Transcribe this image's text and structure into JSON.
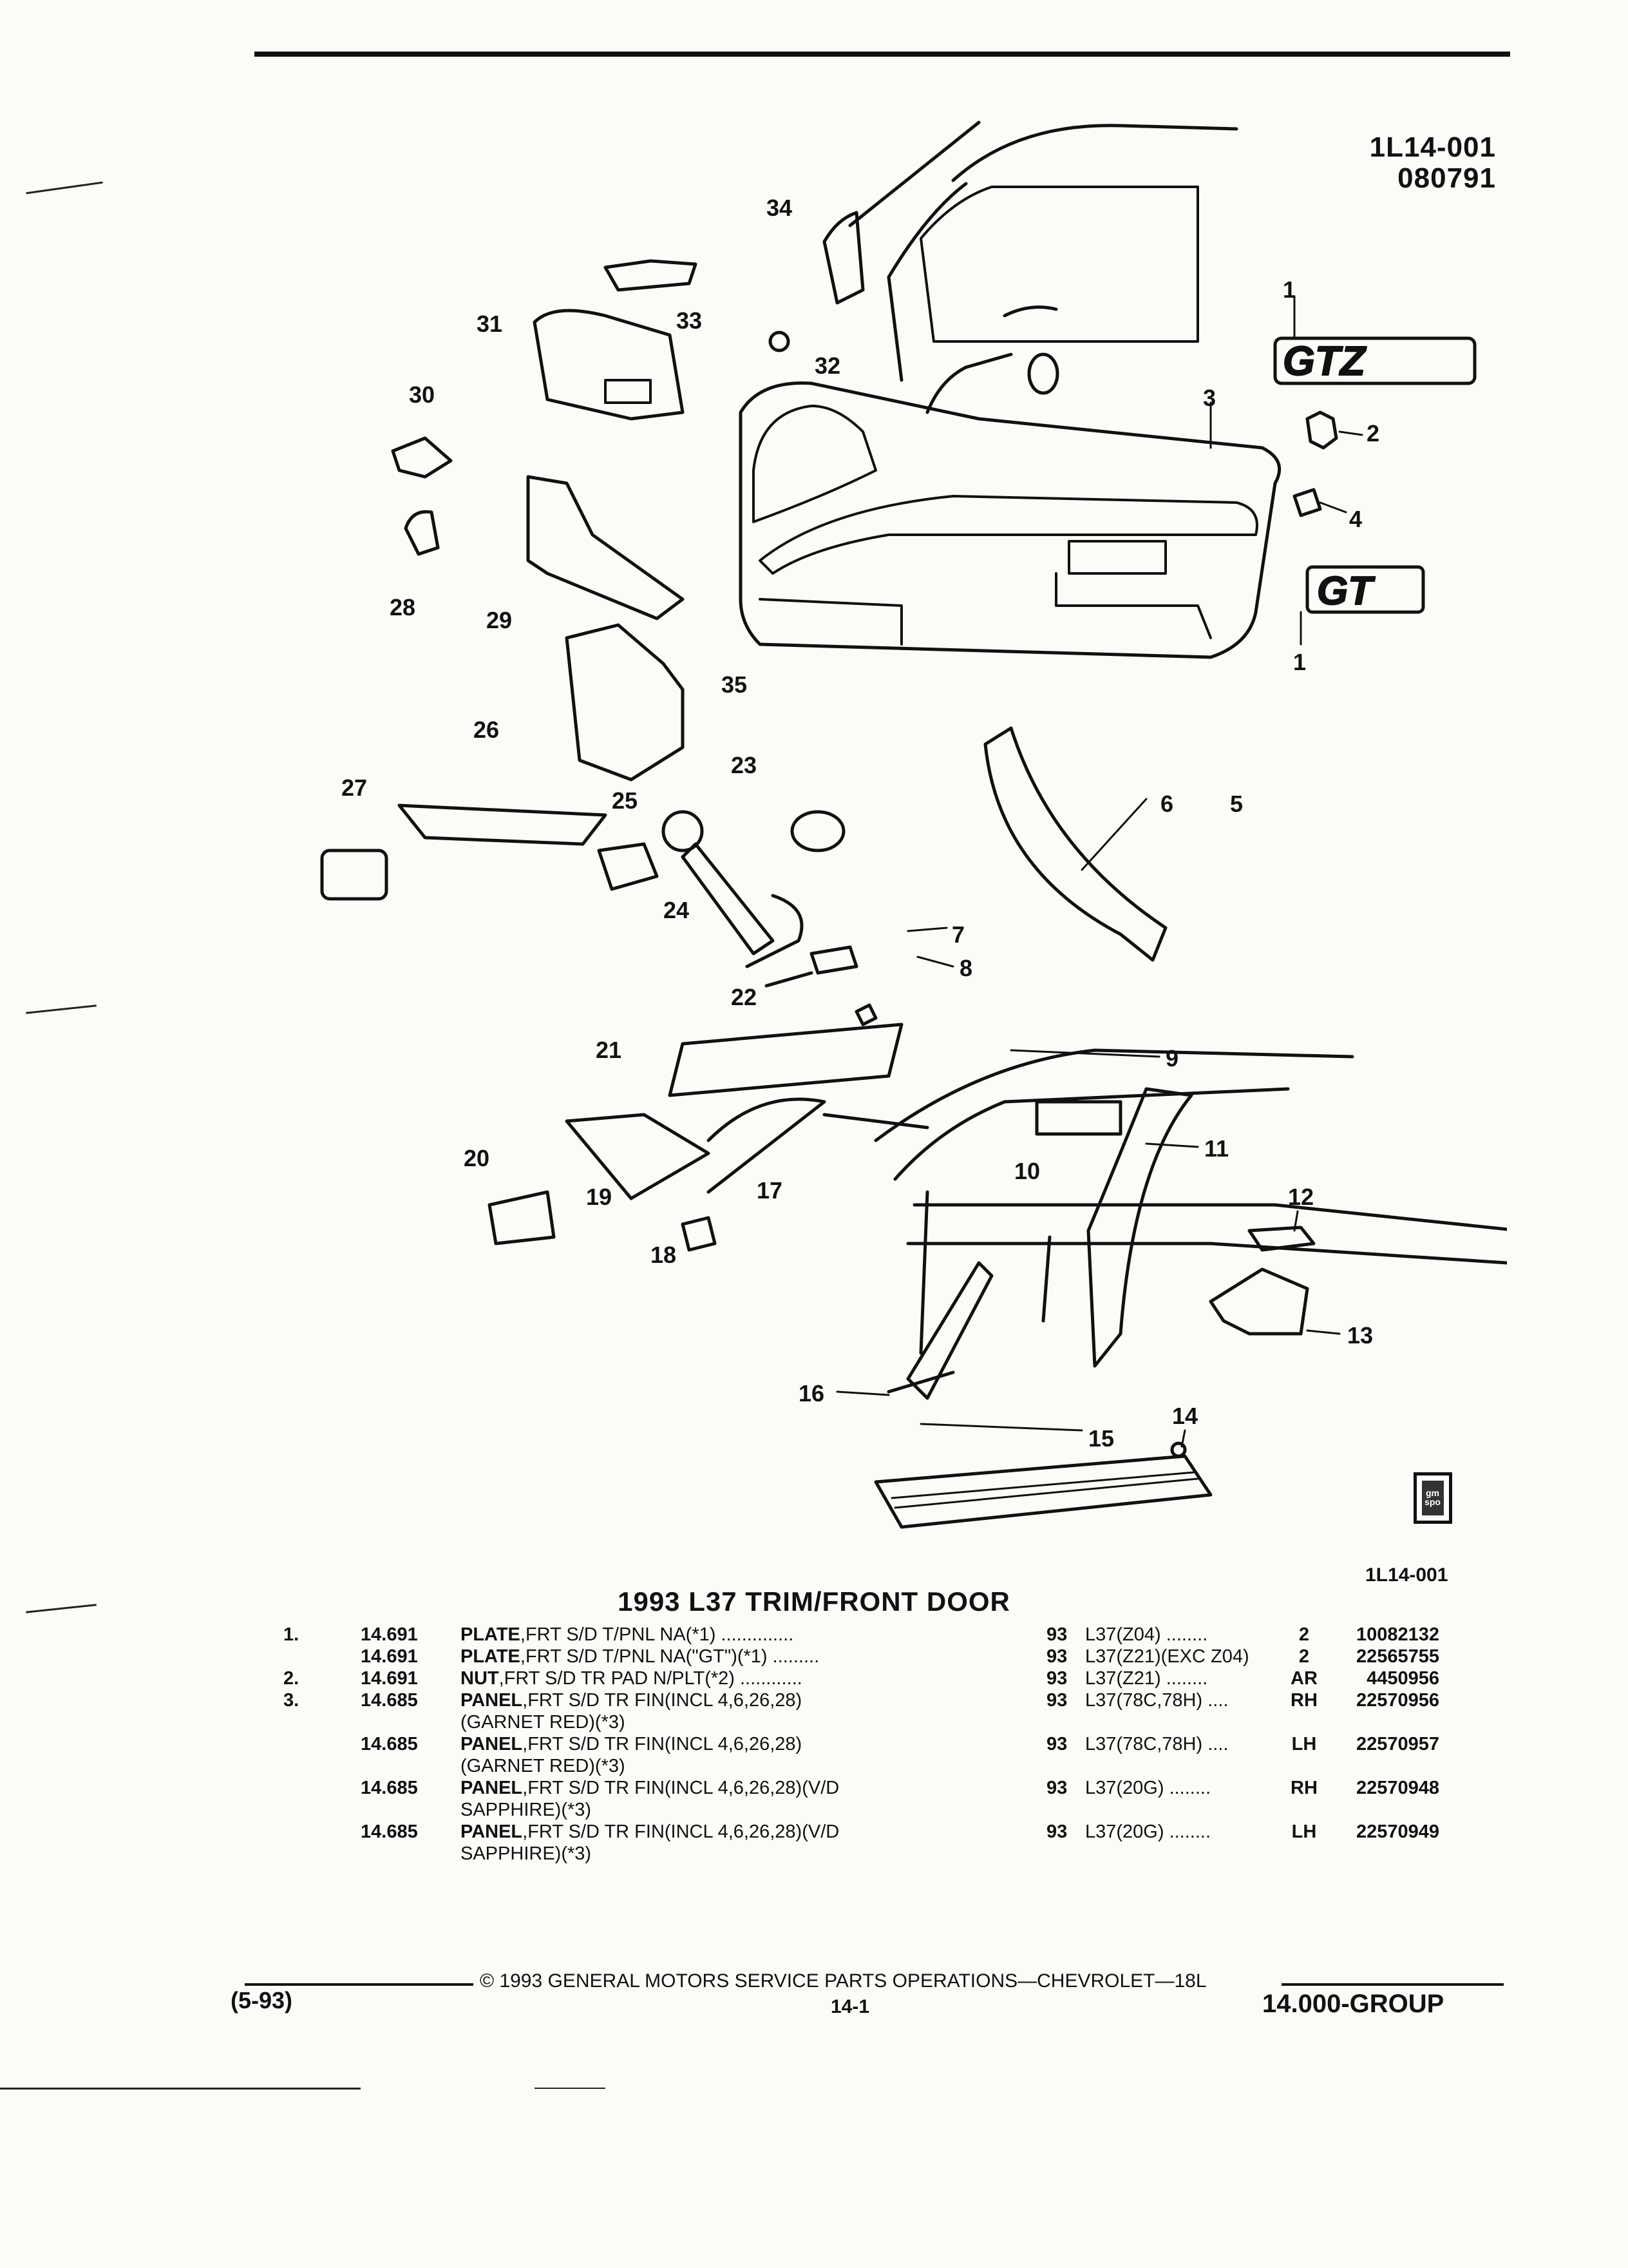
{
  "figure": {
    "id": "1L14-001",
    "date_code": "080791",
    "ref": "1L14-001",
    "callouts": [
      "1",
      "2",
      "3",
      "4",
      "1",
      "5",
      "6",
      "7",
      "8",
      "9",
      "10",
      "11",
      "12",
      "13",
      "14",
      "15",
      "16",
      "17",
      "18",
      "19",
      "20",
      "21",
      "22",
      "23",
      "24",
      "25",
      "26",
      "27",
      "28",
      "29",
      "30",
      "31",
      "32",
      "33",
      "34",
      "35"
    ],
    "badge_text": "gm spo"
  },
  "title": "1993 L37 TRIM/FRONT DOOR",
  "parts": [
    {
      "num": "1.",
      "code": "14.691",
      "name": "PLATE",
      "rest": ",FRT S/D T/PNL NA(*1)",
      "dots": " ..............",
      "line2": "",
      "year": "93",
      "usage": "L37(Z04)  ........",
      "qty": "2",
      "part_no": "10082132"
    },
    {
      "num": "",
      "code": "14.691",
      "name": "PLATE",
      "rest": ",FRT S/D T/PNL NA(\"GT\")(*1)",
      "dots": " .........",
      "line2": "",
      "year": "93",
      "usage": "L37(Z21)(EXC Z04)",
      "qty": "2",
      "part_no": "22565755"
    },
    {
      "num": "2.",
      "code": "14.691",
      "name": "NUT",
      "rest": ",FRT S/D TR PAD N/PLT(*2)",
      "dots": " ............",
      "line2": "",
      "year": "93",
      "usage": "L37(Z21)  ........",
      "qty": "AR",
      "part_no": "4450956"
    },
    {
      "num": "3.",
      "code": "14.685",
      "name": "PANEL",
      "rest": ",FRT S/D TR FIN(INCL 4,6,26,28)",
      "dots": "",
      "line2": "(GARNET RED)(*3)",
      "year": "93",
      "usage": "L37(78C,78H)  ....",
      "qty": "RH",
      "part_no": "22570956"
    },
    {
      "num": "",
      "code": "14.685",
      "name": "PANEL",
      "rest": ",FRT S/D TR FIN(INCL 4,6,26,28)",
      "dots": "",
      "line2": "(GARNET RED)(*3)",
      "year": "93",
      "usage": "L37(78C,78H)  ....",
      "qty": "LH",
      "part_no": "22570957"
    },
    {
      "num": "",
      "code": "14.685",
      "name": "PANEL",
      "rest": ",FRT S/D TR FIN(INCL 4,6,26,28)(V/D",
      "dots": "",
      "line2": "SAPPHIRE)(*3)",
      "year": "93",
      "usage": "L37(20G)  ........",
      "qty": "RH",
      "part_no": "22570948"
    },
    {
      "num": "",
      "code": "14.685",
      "name": "PANEL",
      "rest": ",FRT S/D TR FIN(INCL 4,6,26,28)(V/D",
      "dots": "",
      "line2": "SAPPHIRE)(*3)",
      "year": "93",
      "usage": "L37(20G)  ........",
      "qty": "LH",
      "part_no": "22570949"
    }
  ],
  "footer": {
    "copyright": "©  1993  GENERAL MOTORS SERVICE PARTS OPERATIONS—CHEVROLET—18L",
    "date": "(5-93)",
    "page": "14-1",
    "group": "14.000-GROUP"
  }
}
